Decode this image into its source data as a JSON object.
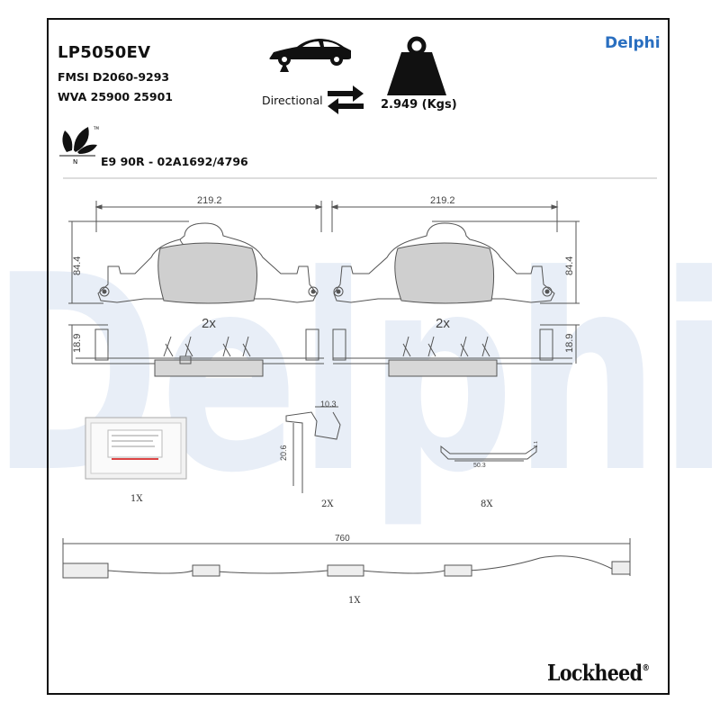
{
  "product": {
    "code": "LP5050EV",
    "fmsi": "FMSI D2060-9293",
    "wva": "WVA 25900 25901",
    "approval": "E9 90R - 02A1692/4796",
    "mounting": "Directional",
    "weight": "2.949 (Kgs)",
    "eco_mark": "N",
    "tm_mark": "TM"
  },
  "branding": {
    "delphi_logo": "Delphi",
    "watermark": "Delphi",
    "lockheed_logo": "Lockheed",
    "registered_mark": "®",
    "delphi_color": "#2a6fc0"
  },
  "drawing": {
    "pad_width": "219.2",
    "pad_height": "84.4",
    "pad_thickness": "18.9",
    "pad_quantity": "2x",
    "clip_width": "10.3",
    "clip_height": "20.6",
    "shim_width": "50.3",
    "shim_height": "1.1",
    "sensor_length": "760",
    "grease_qty": "1X",
    "clip_qty": "2X",
    "shim_qty": "8X",
    "sensor_qty": "1X"
  },
  "icons": [
    "car-lift-icon",
    "directional-arrows-icon",
    "weight-icon",
    "eco-leaves-icon"
  ]
}
